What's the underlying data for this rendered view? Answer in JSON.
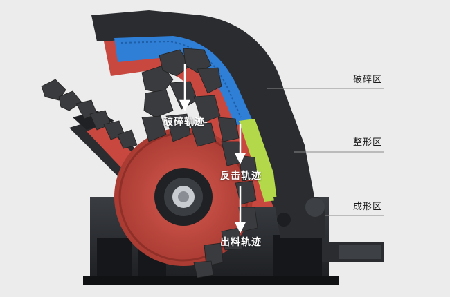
{
  "labels": {
    "crushing_zone": "破碎区",
    "shaping_zone": "整形区",
    "forming_zone": "成形区",
    "crushing_path": "破碎轨迹",
    "impact_path": "反击轨迹",
    "discharge_path": "出料轨迹"
  },
  "colors": {
    "background": "#ececec",
    "body_red": "#c8473e",
    "liner_blue": "#2f7fd6",
    "liner_green": "#b3d84a",
    "frame_dark": "#2a2c30",
    "rock": "#3a3b3f"
  }
}
